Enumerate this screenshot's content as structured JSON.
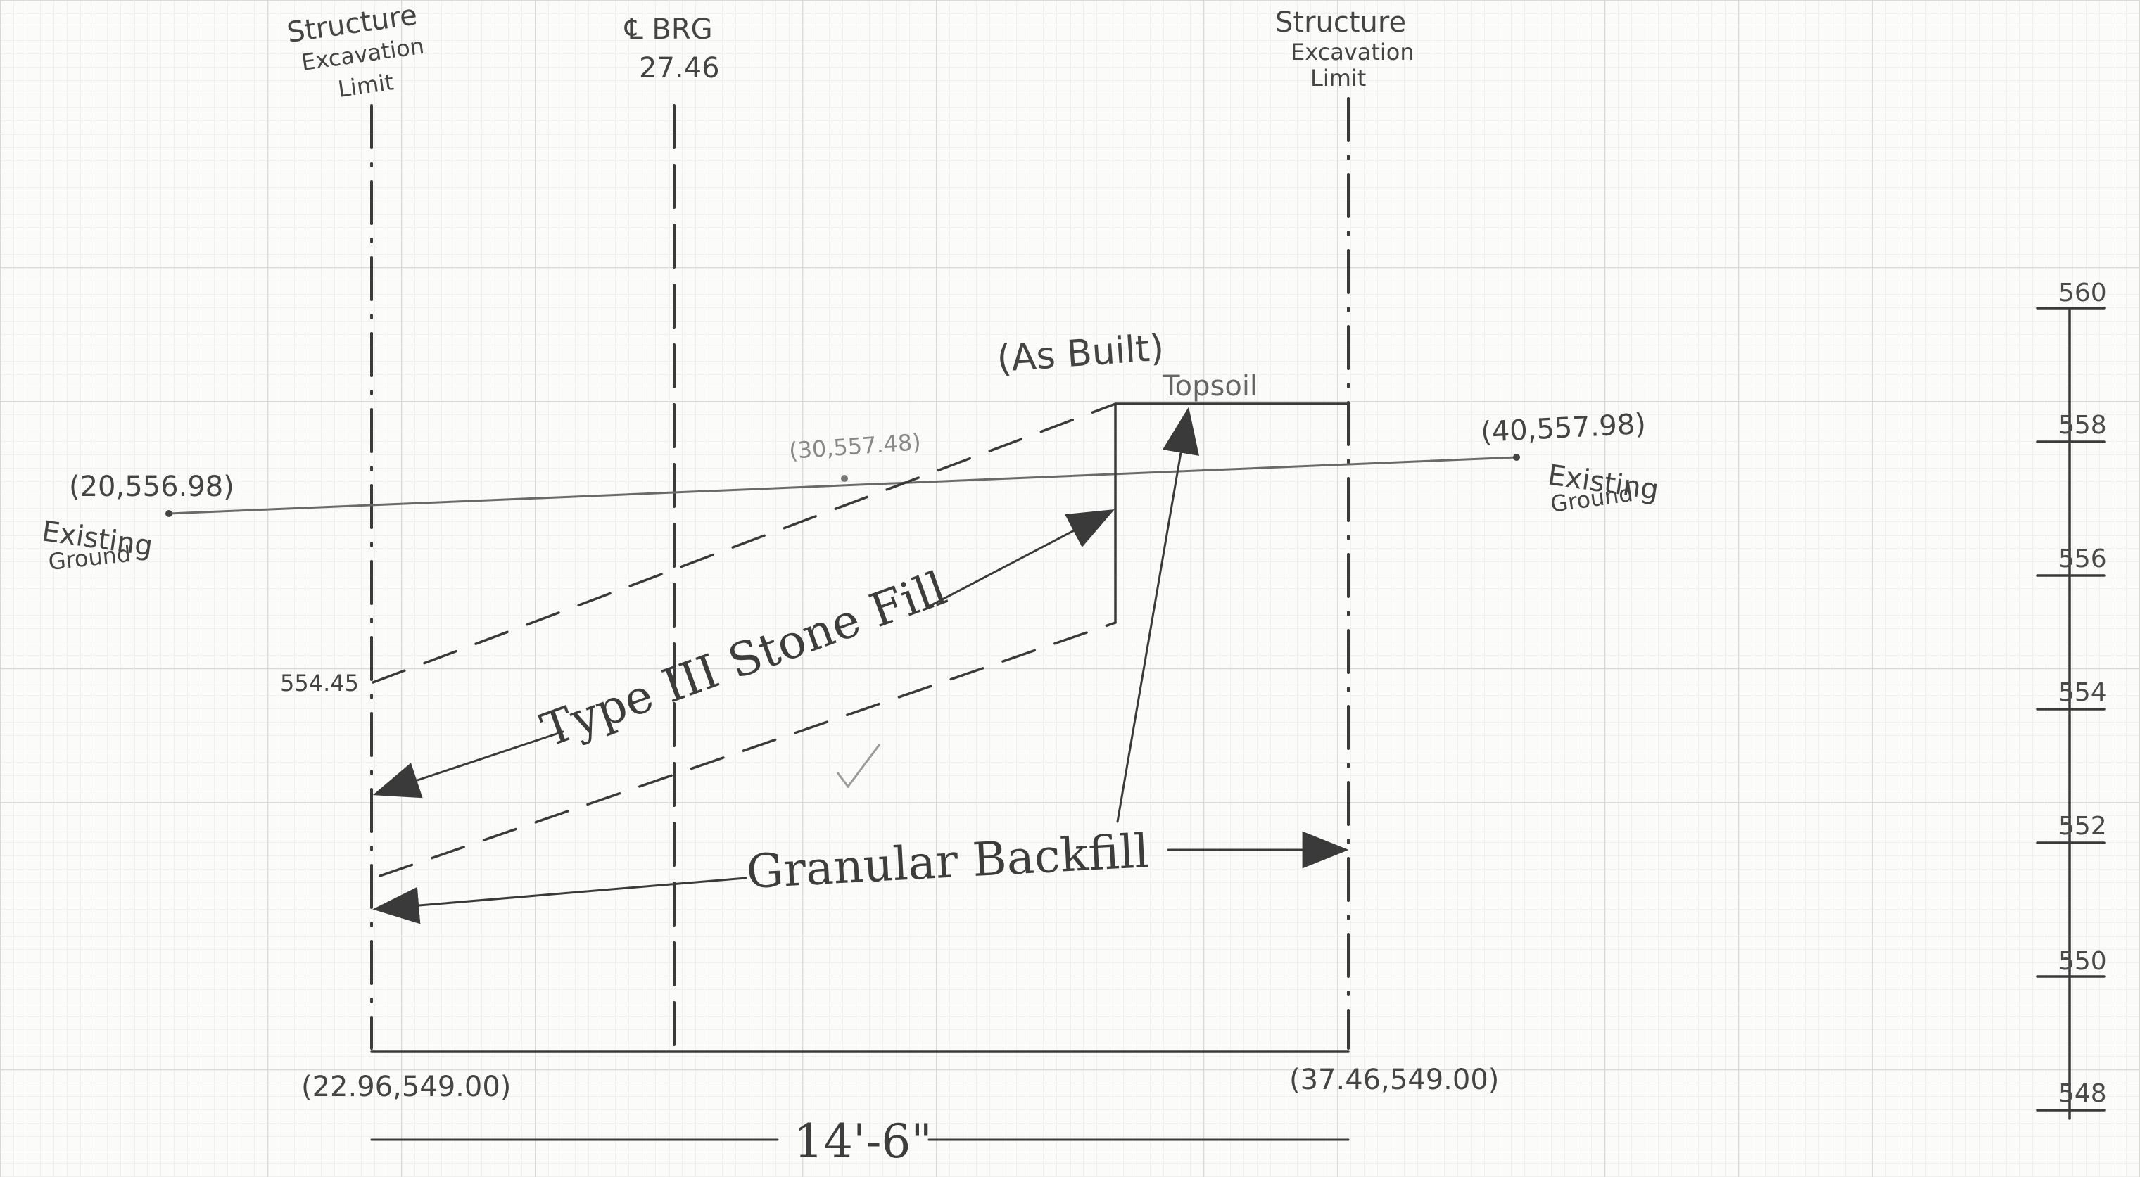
{
  "labels": {
    "sel_left_l1": "Structure",
    "sel_left_l2": "Excavation",
    "sel_left_l3": "Limit",
    "sel_right_l1": "Structure",
    "sel_right_l2": "Excavation",
    "sel_right_l3": "Limit",
    "brg_l1": "℄ BRG",
    "brg_l2": "27.46",
    "as_built": "(As Built)",
    "topsoil": "Topsoil",
    "stone_fill": "Type III Stone Fill",
    "granular": "Granular Backfill",
    "exist_left_coord": "(20,556.98)",
    "exist_left_l1": "Existing",
    "exist_left_l2": "Ground",
    "exist_mid_coord": "(30,557.48)",
    "exist_right_coord": "(40,557.98)",
    "exist_right_l1": "Existing",
    "exist_right_l2": "Ground",
    "elev_554_45": "554.45",
    "bottom_left_coord": "(22.96,549.00)",
    "bottom_right_coord": "(37.46,549.00)",
    "width_dim": "14'-6\""
  },
  "scale": {
    "ticks": [
      "560",
      "558",
      "556",
      "554",
      "552",
      "550",
      "548"
    ]
  }
}
